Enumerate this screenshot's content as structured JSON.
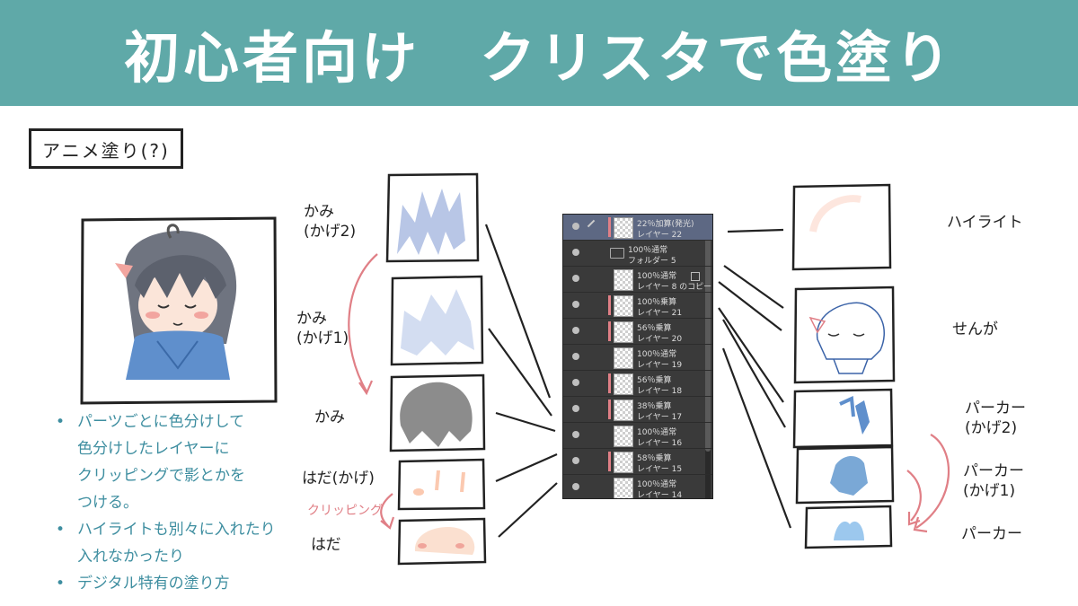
{
  "banner": {
    "title": "初心者向け　クリスタで色塗り"
  },
  "section_title": "アニメ塗り(?)",
  "left_labels": {
    "kami_kage2": [
      "かみ",
      "(かげ2)"
    ],
    "kami_kage1": [
      "かみ",
      "(かげ1)"
    ],
    "kami": "かみ",
    "hada_kage": "はだ(かげ)",
    "clipping": "クリッピング",
    "hada": "はだ"
  },
  "right_labels": {
    "highlight": "ハイライト",
    "senga": "せんが",
    "parka_kage2": [
      "パーカー",
      "(かげ2)"
    ],
    "parka_kage1": [
      "パーカー",
      "(かげ1)"
    ],
    "parka": "パーカー"
  },
  "notes": [
    {
      "lines": [
        "パーツごとに色分けして",
        "色分けしたレイヤーに",
        "クリッピングで影とかを",
        "つける。"
      ]
    },
    {
      "lines": [
        "ハイライトも別々に入れたり",
        "入れなかったり"
      ]
    },
    {
      "lines": [
        "デジタル特有の塗り方"
      ]
    }
  ],
  "layers": [
    {
      "mode": "22％加算(発光)",
      "name": "レイヤー 22",
      "selected": true,
      "clip": true,
      "type": "layer"
    },
    {
      "mode": "100％通常",
      "name": "フォルダー 5",
      "selected": false,
      "clip": false,
      "type": "folder"
    },
    {
      "mode": "100％通常",
      "name": "レイヤー 8 のコピー",
      "selected": false,
      "clip": false,
      "type": "layer"
    },
    {
      "mode": "100％乗算",
      "name": "レイヤー 21",
      "selected": false,
      "clip": true,
      "type": "layer"
    },
    {
      "mode": "56％乗算",
      "name": "レイヤー 20",
      "selected": false,
      "clip": true,
      "type": "layer"
    },
    {
      "mode": "100％通常",
      "name": "レイヤー 19",
      "selected": false,
      "clip": false,
      "type": "layer"
    },
    {
      "mode": "56％乗算",
      "name": "レイヤー 18",
      "selected": false,
      "clip": true,
      "type": "layer"
    },
    {
      "mode": "38％乗算",
      "name": "レイヤー 17",
      "selected": false,
      "clip": true,
      "type": "layer"
    },
    {
      "mode": "100％通常",
      "name": "レイヤー 16",
      "selected": false,
      "clip": false,
      "type": "layer"
    },
    {
      "mode": "58％乗算",
      "name": "レイヤー 15",
      "selected": false,
      "clip": true,
      "type": "layer"
    },
    {
      "mode": "100％通常",
      "name": "レイヤー 14",
      "selected": false,
      "clip": false,
      "type": "layer"
    }
  ],
  "colors": {
    "banner": "#5fa9a8",
    "hair_shadow": "#b8c6e6",
    "hair": "#8c8c8c",
    "skin": "#fbd6c4",
    "parka": "#7aa8d6",
    "note_text": "#3e8ea0",
    "arrow": "#e07f86",
    "panel_bg": "#3a3a3a",
    "panel_selected": "#5d6883"
  }
}
